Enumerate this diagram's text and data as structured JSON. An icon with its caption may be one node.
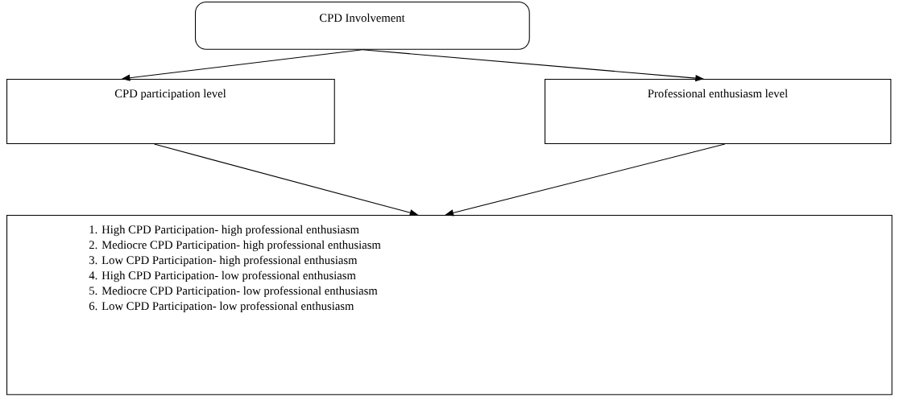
{
  "diagram": {
    "nodes": [
      {
        "text": [
          "CPD Involvement"
        ]
      },
      {
        "text": [
          "CPD participation level"
        ]
      },
      {
        "text": [
          "Professional enthusiasm level"
        ]
      },
      {
        "text": [
          "1. High CPD Participation- high professional enthusiasm",
          "2. Mediocre CPD Participation- high professional enthusiasm",
          "3. Low CPD Participation- high professional enthusiasm",
          "4. High CPD Participation- low professional enthusiasm",
          "5. Mediocre CPD Participation- low professional enthusiasm",
          "6. Low CPD Participation- low professional enthusiasm"
        ]
      }
    ],
    "edges": [
      {
        "from": 0,
        "to": 1,
        "arrow": "to"
      },
      {
        "from": 0,
        "to": 2,
        "arrow": "to"
      },
      {
        "from": 1,
        "to": 3,
        "arrow": "to"
      },
      {
        "from": 2,
        "to": 3,
        "arrow": "to"
      }
    ]
  }
}
